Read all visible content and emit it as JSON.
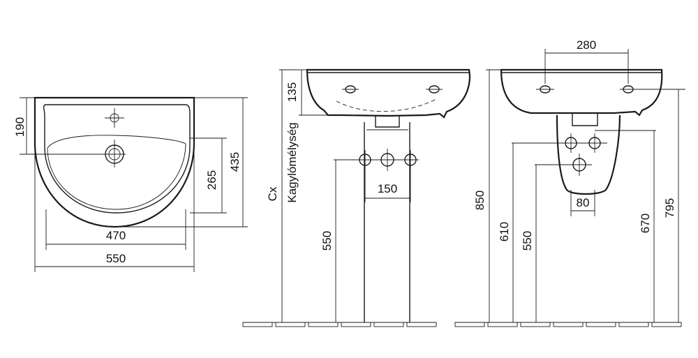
{
  "dimensions": {
    "top_view": {
      "d190": "190",
      "d265": "265",
      "d435": "435",
      "d470": "470",
      "d550": "550"
    },
    "side_view": {
      "d135": "135",
      "kagylomelyseg": "Kagylómélység",
      "cx": "Cx",
      "d150": "150",
      "d550": "550"
    },
    "front_view": {
      "d280": "280",
      "d850": "850",
      "d610": "610",
      "d550": "550",
      "d80": "80",
      "d670": "670",
      "d795": "795"
    }
  }
}
